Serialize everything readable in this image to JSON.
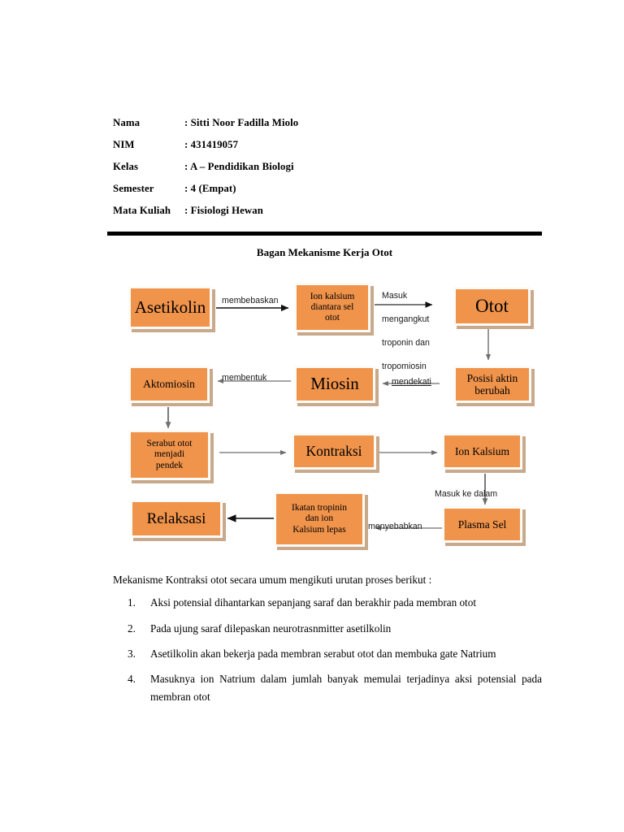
{
  "document": {
    "meta_rows": [
      {
        "label": "Nama",
        "value": ": Sitti Noor Fadilla Miolo"
      },
      {
        "label": "NIM",
        "value": ": 431419057"
      },
      {
        "label": "Kelas",
        "value": ": A – Pendidikan Biologi"
      },
      {
        "label": "Semester",
        "value": ": 4 (Empat)"
      },
      {
        "label": "Mata Kuliah",
        "value": ": Fisiologi Hewan"
      }
    ],
    "diagram_title": "Bagan Mekanisme Kerja Otot",
    "prose_intro": "Mekanisme Kontraksi otot secara umum mengikuti urutan proses berikut :",
    "steps": [
      "Aksi potensial dihantarkan sepanjang saraf dan berakhir pada membran otot",
      "Pada ujung saraf dilepaskan neurotrasnmitter asetilkolin",
      "Asetilkolin akan bekerja pada membran serabut otot dan membuka gate Natrium",
      "Masuknya ion Natrium dalam jumlah banyak memulai terjadinya aksi potensial pada membran otot"
    ]
  },
  "colors": {
    "node_fill": "#F0934B",
    "node_border": "#FDFBF7",
    "node_shadow": "#C8A98C",
    "rule": "#000000",
    "wire_gray": "#6E6E6E",
    "wire_black": "#101010"
  },
  "chart_data": {
    "type": "diagram",
    "title": "Bagan Mekanisme Kerja Otot",
    "nodes": [
      {
        "id": "asetikolin",
        "label": "Asetikolin"
      },
      {
        "id": "ion-kalsium-sel",
        "label": "Ion kalsium diantara sel otot"
      },
      {
        "id": "otot",
        "label": "Otot"
      },
      {
        "id": "aktomiosin",
        "label": "Aktomiosin"
      },
      {
        "id": "miosin",
        "label": "Miosin"
      },
      {
        "id": "posisi-aktin",
        "label": "Posisi aktin berubah"
      },
      {
        "id": "serabut-otot",
        "label": "Serabut otot menjadi pendek"
      },
      {
        "id": "kontraksi",
        "label": "Kontraksi"
      },
      {
        "id": "ion-kalsium",
        "label": "Ion Kalsium"
      },
      {
        "id": "relaksasi",
        "label": "Relaksasi"
      },
      {
        "id": "ikatan-troponin",
        "label": "Ikatan tropinin dan ion Kalsium lepas"
      },
      {
        "id": "plasma-sel",
        "label": "Plasma Sel"
      }
    ],
    "edges": [
      {
        "from": "asetikolin",
        "to": "ion-kalsium-sel",
        "label": "membebaskan"
      },
      {
        "from": "ion-kalsium-sel",
        "to": "otot",
        "label": "Masuk mengangkut troponin dan tropomiosin"
      },
      {
        "from": "otot",
        "to": "posisi-aktin",
        "label": ""
      },
      {
        "from": "posisi-aktin",
        "to": "miosin",
        "label": "mendekati"
      },
      {
        "from": "miosin",
        "to": "aktomiosin",
        "label": "membentuk"
      },
      {
        "from": "aktomiosin",
        "to": "serabut-otot",
        "label": ""
      },
      {
        "from": "serabut-otot",
        "to": "kontraksi",
        "label": ""
      },
      {
        "from": "kontraksi",
        "to": "ion-kalsium",
        "label": ""
      },
      {
        "from": "ion-kalsium",
        "to": "plasma-sel",
        "label": "Masuk ke dalam"
      },
      {
        "from": "plasma-sel",
        "to": "ikatan-troponin",
        "label": "menyebabkan"
      },
      {
        "from": "ikatan-troponin",
        "to": "relaksasi",
        "label": ""
      }
    ],
    "node_labels": {
      "asetikolin": "Asetikolin",
      "ion_kalsium_sel_l1": "Ion kalsium",
      "ion_kalsium_sel_l2": "diantara sel",
      "ion_kalsium_sel_l3": "otot",
      "otot": "Otot",
      "aktomiosin": "Aktomiosin",
      "miosin": "Miosin",
      "posisi_aktin_l1": "Posisi aktin",
      "posisi_aktin_l2": "berubah",
      "serabut_l1": "Serabut otot",
      "serabut_l2": "menjadi",
      "serabut_l3": "pendek",
      "kontraksi": "Kontraksi",
      "ion_kalsium": "Ion Kalsium",
      "relaksasi": "Relaksasi",
      "ikatan_l1": "Ikatan tropinin",
      "ikatan_l2": "dan ion",
      "ikatan_l3": "Kalsium lepas",
      "plasma_sel": "Plasma Sel"
    },
    "edge_labels": {
      "membebaskan": "membebaskan",
      "masuk_mengangkut_l1": "Masuk",
      "masuk_mengangkut_l2": "mengangkut",
      "masuk_mengangkut_l3": "troponin dan",
      "masuk_mengangkut_l4": "tropomiosin",
      "membentuk": "membentuk",
      "mendekati": "mendekati",
      "masuk_ke_dalam": "Masuk ke dalam",
      "menyebabkan": "menyebabkan"
    }
  }
}
